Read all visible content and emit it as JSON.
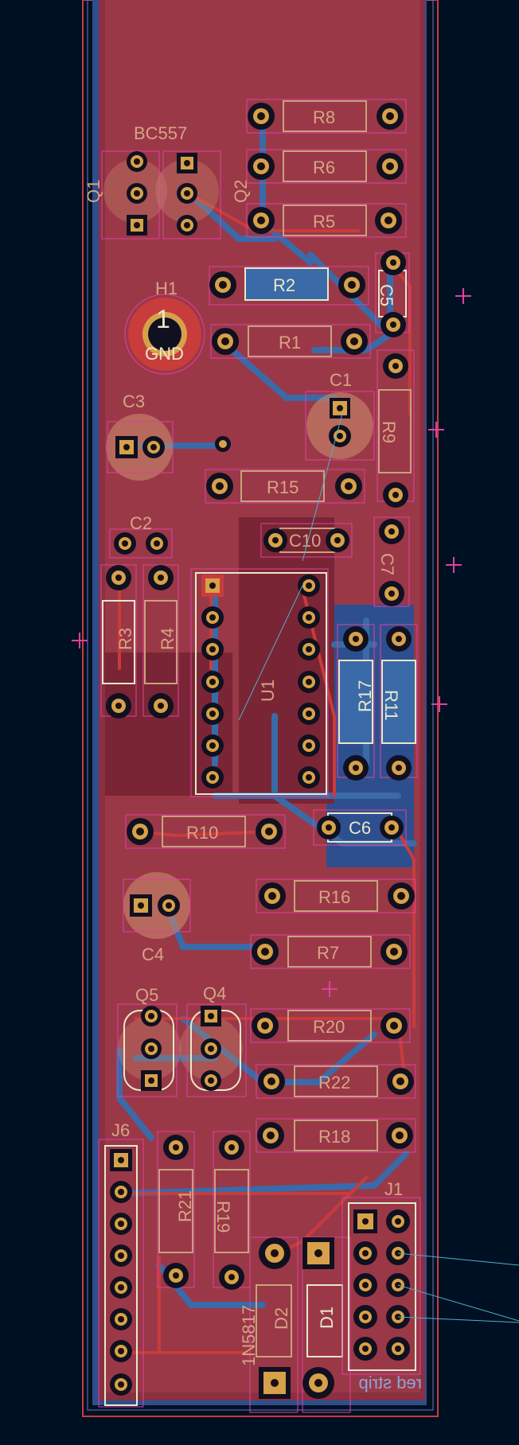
{
  "app": {
    "title": "PCB layout"
  },
  "colors": {
    "background": "#001023",
    "board": "#8a3040",
    "copper_front": "#c83c3c",
    "copper_back": "#3a6aa8",
    "pad": "#d6a14a",
    "silkscreen": "#d6a583",
    "courtyard": "#e040a0"
  },
  "board": {
    "text_mirrored": "red strip"
  },
  "components": {
    "q1": {
      "ref": "Q1",
      "value": "BC557"
    },
    "q2": {
      "ref": "Q2"
    },
    "h1": {
      "ref": "H1",
      "num": "1",
      "value": "GND"
    },
    "r8": {
      "ref": "R8"
    },
    "r6": {
      "ref": "R6"
    },
    "r5": {
      "ref": "R5"
    },
    "r2": {
      "ref": "R2"
    },
    "r1": {
      "ref": "R1"
    },
    "c5": {
      "ref": "C5"
    },
    "c1": {
      "ref": "C1"
    },
    "c3": {
      "ref": "C3"
    },
    "r9": {
      "ref": "R9"
    },
    "r15": {
      "ref": "R15"
    },
    "c2": {
      "ref": "C2"
    },
    "c10": {
      "ref": "C10"
    },
    "c7": {
      "ref": "C7"
    },
    "r3": {
      "ref": "R3"
    },
    "r4": {
      "ref": "R4"
    },
    "u1": {
      "ref": "U1"
    },
    "r17": {
      "ref": "R17"
    },
    "r11": {
      "ref": "R11"
    },
    "r10": {
      "ref": "R10"
    },
    "c6": {
      "ref": "C6"
    },
    "r16": {
      "ref": "R16"
    },
    "c4": {
      "ref": "C4"
    },
    "r7": {
      "ref": "R7"
    },
    "q5": {
      "ref": "Q5"
    },
    "q4": {
      "ref": "Q4"
    },
    "r20": {
      "ref": "R20"
    },
    "r22": {
      "ref": "R22"
    },
    "r18": {
      "ref": "R18"
    },
    "j6": {
      "ref": "J6"
    },
    "r21": {
      "ref": "R21"
    },
    "r19": {
      "ref": "R19"
    },
    "j1": {
      "ref": "J1"
    },
    "d2": {
      "ref": "D2",
      "value": "1N5817"
    },
    "d1": {
      "ref": "D1"
    }
  }
}
